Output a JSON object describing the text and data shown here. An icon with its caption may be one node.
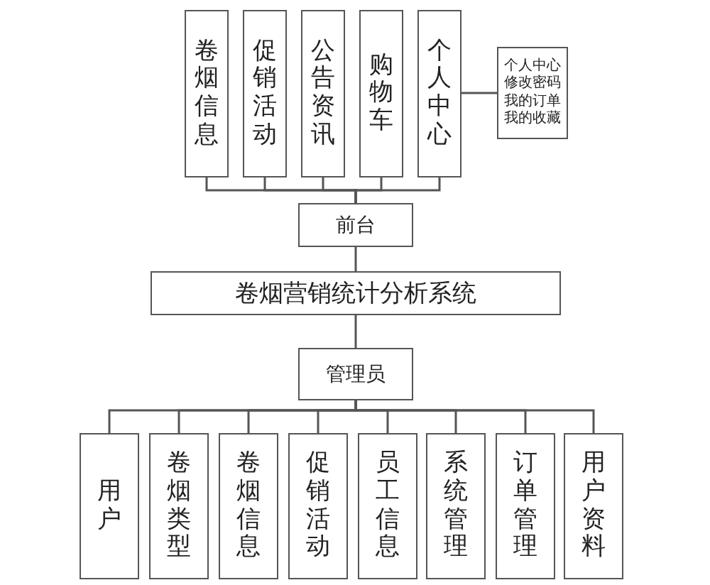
{
  "diagram": {
    "nodes": [
      {
        "text": [
          "卷烟信息"
        ]
      },
      {
        "text": [
          "促销活动"
        ]
      },
      {
        "text": [
          "公告资讯"
        ]
      },
      {
        "text": [
          "购物车"
        ]
      },
      {
        "text": [
          "个人中心"
        ]
      },
      {
        "text": [
          "个人中心",
          "修改密码",
          "我的订单",
          "我的收藏"
        ]
      },
      {
        "text": [
          "前台"
        ]
      },
      {
        "text": [
          "卷烟营销统计分析系统"
        ]
      },
      {
        "text": [
          "管理员"
        ]
      },
      {
        "text": [
          "用户"
        ]
      },
      {
        "text": [
          "卷烟类型"
        ]
      },
      {
        "text": [
          "卷烟信息"
        ]
      },
      {
        "text": [
          "促销活动"
        ]
      },
      {
        "text": [
          "员工信息"
        ]
      },
      {
        "text": [
          "系统管理"
        ]
      },
      {
        "text": [
          "订单管理"
        ]
      },
      {
        "text": [
          "用户资料"
        ]
      }
    ],
    "edges": [
      {
        "from": 6,
        "to": 0,
        "arrow": "none"
      },
      {
        "from": 6,
        "to": 1,
        "arrow": "none"
      },
      {
        "from": 6,
        "to": 2,
        "arrow": "none"
      },
      {
        "from": 6,
        "to": 3,
        "arrow": "none"
      },
      {
        "from": 6,
        "to": 4,
        "arrow": "none"
      },
      {
        "from": 4,
        "to": 5,
        "arrow": "none"
      },
      {
        "from": 6,
        "to": 7,
        "arrow": "none"
      },
      {
        "from": 7,
        "to": 8,
        "arrow": "none"
      },
      {
        "from": 8,
        "to": 9,
        "arrow": "none"
      },
      {
        "from": 8,
        "to": 10,
        "arrow": "none"
      },
      {
        "from": 8,
        "to": 11,
        "arrow": "none"
      },
      {
        "from": 8,
        "to": 12,
        "arrow": "none"
      },
      {
        "from": 8,
        "to": 13,
        "arrow": "none"
      },
      {
        "from": 8,
        "to": 14,
        "arrow": "none"
      },
      {
        "from": 8,
        "to": 15,
        "arrow": "none"
      },
      {
        "from": 8,
        "to": 16,
        "arrow": "none"
      }
    ]
  }
}
